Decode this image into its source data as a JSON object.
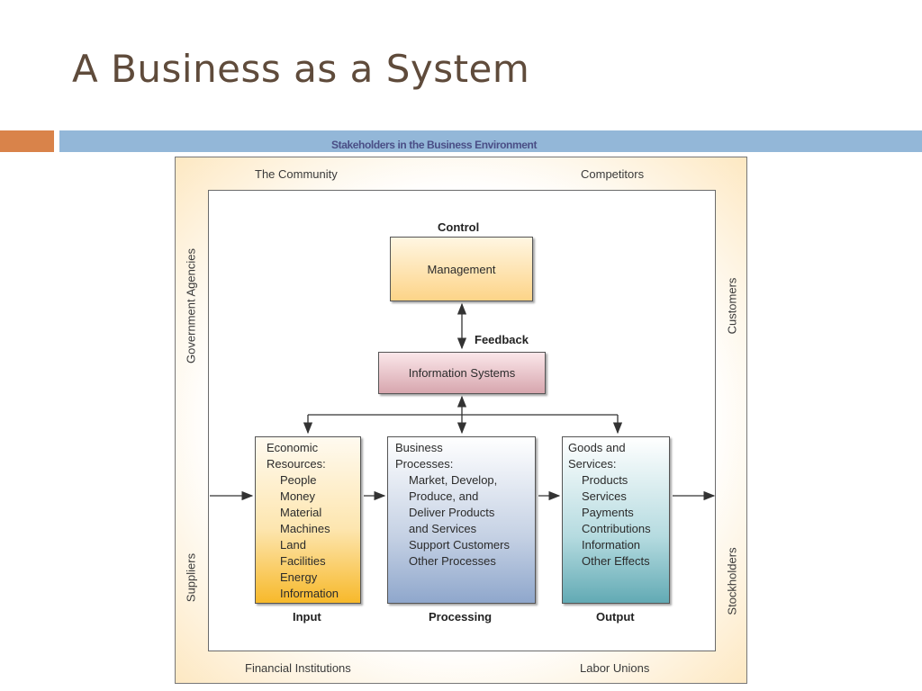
{
  "slide": {
    "title": "A Business as a System",
    "accent_colors": {
      "orange": "#d9834a",
      "blue": "#93b7d8"
    }
  },
  "diagram": {
    "caption": "Stakeholders in the Business Environment",
    "stakeholders": {
      "top_left": "The Community",
      "top_right": "Competitors",
      "bottom_left": "Financial Institutions",
      "bottom_right": "Labor Unions",
      "left_top": "Government Agencies",
      "left_bottom": "Suppliers",
      "right_top": "Customers",
      "right_bottom": "Stockholders"
    },
    "control": {
      "label": "Control",
      "box": "Management"
    },
    "feedback": {
      "label": "Feedback",
      "box": "Information Systems"
    },
    "input": {
      "label": "Input",
      "heading": [
        "Economic",
        "Resources:"
      ],
      "items": [
        "People",
        "Money",
        "Material",
        "Machines",
        "Land",
        "Facilities",
        "Energy",
        "Information"
      ]
    },
    "processing": {
      "label": "Processing",
      "heading": [
        "Business",
        "Processes:"
      ],
      "items": [
        "Market, Develop,",
        "Produce, and",
        "Deliver Products",
        "and Services",
        "Support Customers",
        "Other Processes"
      ]
    },
    "output": {
      "label": "Output",
      "heading": [
        "Goods and",
        "Services:"
      ],
      "items": [
        "Products",
        "Services",
        "Payments",
        "Contributions",
        "Information",
        "Other Effects"
      ]
    }
  }
}
